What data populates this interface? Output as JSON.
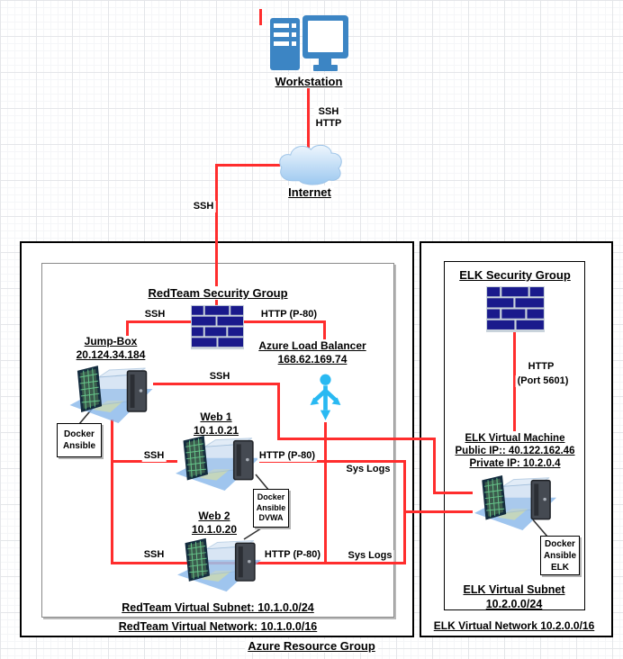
{
  "colors": {
    "connector_red": "#ff2d2d",
    "firewall_navy": "#1a1a8c",
    "workstation_blue": "#3c85c4",
    "load_balancer_cyan": "#29b9f2",
    "vm_floor_blue": "#7fb1e8"
  },
  "diagram": {
    "external": {
      "workstation_label": "Workstation",
      "ws_internet_link": {
        "line1": "SSH",
        "line2": "HTTP"
      },
      "internet_label": "Internet",
      "internet_fw_link": "SSH"
    },
    "redteam": {
      "security_group_title": "RedTeam Security Group",
      "fw_left_label": "SSH",
      "fw_right_label": "HTTP (P-80)",
      "jumpbox": {
        "name": "Jump-Box",
        "ip": "20.124.34.184",
        "tag": [
          "Docker",
          "Ansible"
        ]
      },
      "load_balancer": {
        "name": "Azure Load Balancer",
        "ip": "168.62.169.74"
      },
      "jumpbox_elk_link": "SSH",
      "web1": {
        "name": "Web 1",
        "ip": "10.1.0.21",
        "ssh": "SSH",
        "http": "HTTP (P-80)",
        "syslogs": "Sys Logs"
      },
      "web2": {
        "name": "Web 2",
        "ip": "10.1.0.20",
        "ssh": "SSH",
        "http": "HTTP (P-80)",
        "syslogs": "Sys Logs"
      },
      "web_tag": [
        "Docker",
        "Ansible",
        "DVWA"
      ],
      "subnet_label": "RedTeam Virtual Subnet: 10.1.0.0/24",
      "network_label": "RedTeam Virtual Network: 10.1.0.0/16"
    },
    "elk": {
      "security_group_title": "ELK Security Group",
      "fw_link": {
        "line1": "HTTP",
        "line2": "(Port 5601)"
      },
      "vm": {
        "name": "ELK Virtual Machine",
        "public_ip": "Public IP:: 40.122.162.46",
        "private_ip": "Private IP: 10.2.0.4"
      },
      "vm_tag": [
        "Docker",
        "Ansible",
        "ELK"
      ],
      "subnet_label": {
        "line1": "ELK Virtual Subnet",
        "line2": "10.2.0.0/24"
      },
      "network_label": "ELK Virtual Network 10.2.0.0/16"
    },
    "resource_group_label": "Azure Resource Group"
  }
}
